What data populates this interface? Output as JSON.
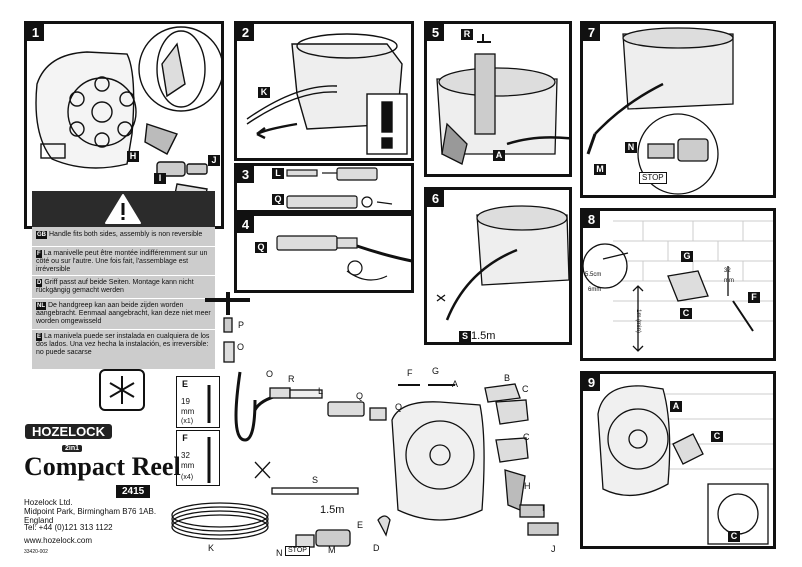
{
  "steps": [
    "1",
    "2",
    "3",
    "4",
    "5",
    "6",
    "7",
    "8",
    "9"
  ],
  "part_labels": {
    "A": "A",
    "B": "B",
    "C": "C",
    "D": "D",
    "E": "E",
    "F": "F",
    "G": "G",
    "H": "H",
    "I": "I",
    "J": "J",
    "K": "K",
    "L": "L",
    "M": "M",
    "N": "N",
    "O": "O",
    "P": "P",
    "Q": "Q",
    "R": "R",
    "S": "S"
  },
  "step5": {
    "label_r": "R",
    "label_a": "A"
  },
  "step6": {
    "label_s": "S",
    "length": "1.5m"
  },
  "step7": {
    "label_m": "M",
    "label_n": "N",
    "stop": "STOP"
  },
  "step8": {
    "drill": "5.5cm",
    "depth": "6mm",
    "height": "1m (min)",
    "screw_len": "32 mm",
    "label_g": "G",
    "label_c": "C",
    "label_f": "F"
  },
  "step9": {
    "label_a": "A",
    "label_c": "C",
    "label_c2": "C"
  },
  "warning": {
    "rows": [
      {
        "code": "GB",
        "text": "Handle fits both sides, assembly is non reversible"
      },
      {
        "code": "F",
        "text": "La manivelle peut être montée indifféremment sur un côté ou sur l'autre. Une fois fait, l'assemblage est irréversible"
      },
      {
        "code": "D",
        "text": "Griff passt auf beide Seiten. Montage kann nicht rückgängig gemacht werden"
      },
      {
        "code": "NL",
        "text": "De handgreep kan aan beide zijden worden aangebracht. Eenmaal aangebracht, kan deze niet meer worden omgewisseld"
      },
      {
        "code": "E",
        "text": "La manivela puede ser instalada en cualquiera de los dos lados. Una vez hecha la instalación, es irreversible: no puede sacarse"
      }
    ]
  },
  "screws": [
    {
      "label": "E",
      "size": "19 mm",
      "qty": "(x1)"
    },
    {
      "label": "F",
      "size": "32 mm",
      "qty": "(x4)"
    }
  ],
  "parts_overview": {
    "hose_length": "1.5m",
    "stop": "STOP"
  },
  "brand": {
    "logo": "HOZELOCK",
    "badge": "2in1",
    "product": "Compact Reel",
    "model": "2415"
  },
  "company": {
    "name": "Hozelock Ltd.",
    "address": "Midpoint Park, Birmingham B76 1AB. England",
    "tel": "Tel:  +44 (0)121 313 1122",
    "web": "www.hozelock.com",
    "code": "33420-002"
  },
  "colors": {
    "ink": "#111111",
    "warning_bg": "#cccccc",
    "warning_head": "#2b2b2b"
  }
}
